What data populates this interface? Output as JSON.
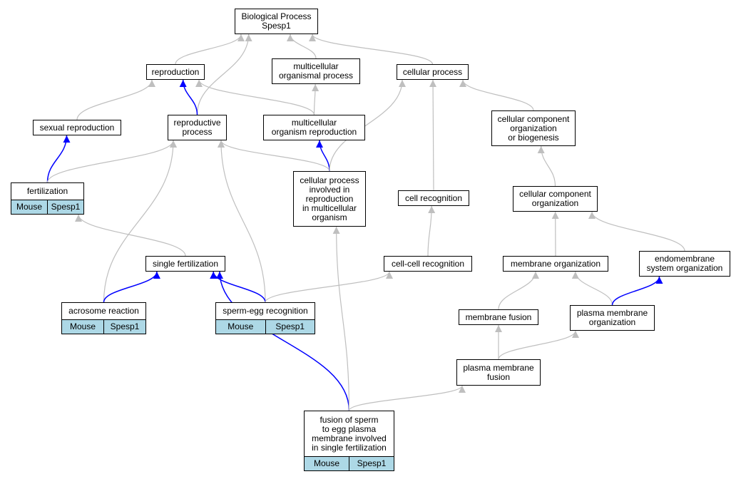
{
  "colors": {
    "gray_edge": "#bfbfbf",
    "blue_edge": "#0000ff",
    "annotation_fill": "#add8e6"
  },
  "nodes": {
    "bp": {
      "label": "Biological Process\nSpesp1"
    },
    "reproduction": {
      "label": "reproduction"
    },
    "multicellular_organismal_process": {
      "label": "multicellular\norganismal process"
    },
    "cellular_process": {
      "label": "cellular process"
    },
    "sexual_reproduction": {
      "label": "sexual reproduction"
    },
    "reproductive_process": {
      "label": "reproductive\nprocess"
    },
    "multicellular_organism_reproduction": {
      "label": "multicellular\norganism reproduction"
    },
    "cellular_component_org_or_biogenesis": {
      "label": "cellular component\norganization\nor biogenesis"
    },
    "fertilization": {
      "label": "fertilization",
      "annotation": [
        "Mouse",
        "Spesp1"
      ]
    },
    "cellular_process_involved_in_reproduction": {
      "label": "cellular process\ninvolved in\nreproduction\nin multicellular\norganism"
    },
    "cell_recognition": {
      "label": "cell recognition"
    },
    "cellular_component_organization": {
      "label": "cellular component\norganization"
    },
    "single_fertilization": {
      "label": "single fertilization"
    },
    "cell_cell_recognition": {
      "label": "cell-cell recognition"
    },
    "membrane_organization": {
      "label": "membrane organization"
    },
    "endomembrane_system_organization": {
      "label": "endomembrane\nsystem organization"
    },
    "acrosome_reaction": {
      "label": "acrosome reaction",
      "annotation": [
        "Mouse",
        "Spesp1"
      ]
    },
    "sperm_egg_recognition": {
      "label": "sperm-egg recognition",
      "annotation": [
        "Mouse",
        "Spesp1"
      ]
    },
    "membrane_fusion": {
      "label": "membrane fusion"
    },
    "plasma_membrane_organization": {
      "label": "plasma membrane\norganization"
    },
    "plasma_membrane_fusion": {
      "label": "plasma membrane\nfusion"
    },
    "fusion_of_sperm": {
      "label": "fusion of sperm\nto egg plasma\nmembrane involved\nin single fertilization",
      "annotation": [
        "Mouse",
        "Spesp1"
      ]
    }
  },
  "edges": [
    {
      "from": "reproduction",
      "to": "bp",
      "color": "gray"
    },
    {
      "from": "multicellular_organismal_process",
      "to": "bp",
      "color": "gray"
    },
    {
      "from": "cellular_process",
      "to": "bp",
      "color": "gray"
    },
    {
      "from": "reproductive_process",
      "to": "bp",
      "color": "gray"
    },
    {
      "from": "sexual_reproduction",
      "to": "reproduction",
      "color": "gray"
    },
    {
      "from": "reproductive_process",
      "to": "reproduction",
      "color": "blue"
    },
    {
      "from": "multicellular_organism_reproduction",
      "to": "reproduction",
      "color": "gray"
    },
    {
      "from": "multicellular_organism_reproduction",
      "to": "multicellular_organismal_process",
      "color": "gray"
    },
    {
      "from": "cellular_component_org_or_biogenesis",
      "to": "cellular_process",
      "color": "gray"
    },
    {
      "from": "fertilization",
      "to": "sexual_reproduction",
      "color": "blue"
    },
    {
      "from": "fertilization",
      "to": "reproductive_process",
      "color": "gray"
    },
    {
      "from": "cellular_process_involved_in_reproduction",
      "to": "reproductive_process",
      "color": "gray"
    },
    {
      "from": "cellular_process_involved_in_reproduction",
      "to": "multicellular_organism_reproduction",
      "color": "blue"
    },
    {
      "from": "cellular_process_involved_in_reproduction",
      "to": "cellular_process",
      "color": "gray"
    },
    {
      "from": "cell_recognition",
      "to": "cellular_process",
      "color": "gray"
    },
    {
      "from": "cellular_component_organization",
      "to": "cellular_component_org_or_biogenesis",
      "color": "gray"
    },
    {
      "from": "single_fertilization",
      "to": "fertilization",
      "color": "gray"
    },
    {
      "from": "acrosome_reaction",
      "to": "reproductive_process",
      "color": "gray"
    },
    {
      "from": "sperm_egg_recognition",
      "to": "reproductive_process",
      "color": "gray"
    },
    {
      "from": "acrosome_reaction",
      "to": "single_fertilization",
      "color": "blue"
    },
    {
      "from": "sperm_egg_recognition",
      "to": "single_fertilization",
      "color": "blue"
    },
    {
      "from": "fusion_of_sperm",
      "to": "single_fertilization",
      "color": "blue"
    },
    {
      "from": "cell_cell_recognition",
      "to": "cell_recognition",
      "color": "gray"
    },
    {
      "from": "sperm_egg_recognition",
      "to": "cell_cell_recognition",
      "color": "gray"
    },
    {
      "from": "membrane_organization",
      "to": "cellular_component_organization",
      "color": "gray"
    },
    {
      "from": "endomembrane_system_organization",
      "to": "cellular_component_organization",
      "color": "gray"
    },
    {
      "from": "membrane_fusion",
      "to": "membrane_organization",
      "color": "gray"
    },
    {
      "from": "plasma_membrane_organization",
      "to": "membrane_organization",
      "color": "gray"
    },
    {
      "from": "plasma_membrane_organization",
      "to": "endomembrane_system_organization",
      "color": "blue"
    },
    {
      "from": "plasma_membrane_fusion",
      "to": "membrane_fusion",
      "color": "gray"
    },
    {
      "from": "plasma_membrane_fusion",
      "to": "plasma_membrane_organization",
      "color": "gray"
    },
    {
      "from": "fusion_of_sperm",
      "to": "plasma_membrane_fusion",
      "color": "gray"
    },
    {
      "from": "fusion_of_sperm",
      "to": "cellular_process_involved_in_reproduction",
      "color": "gray"
    }
  ]
}
